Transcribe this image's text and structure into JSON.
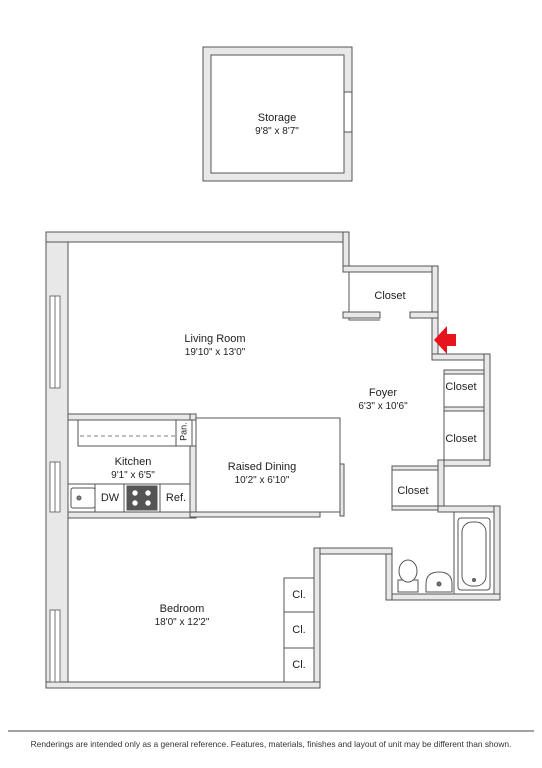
{
  "rooms": {
    "storage": {
      "name": "Storage",
      "dims": "9'8\" x 8'7\""
    },
    "living": {
      "name": "Living Room",
      "dims": "19'10\" x 13'0\""
    },
    "foyer": {
      "name": "Foyer",
      "dims": "6'3\" x 10'6\""
    },
    "kitchen": {
      "name": "Kitchen",
      "dims": "9'1\" x 6'5\""
    },
    "dining": {
      "name": "Raised Dining",
      "dims": "10'2\" x 6'10\""
    },
    "bedroom": {
      "name": "Bedroom",
      "dims": "18'0\" x 12'2\""
    }
  },
  "closets": {
    "top": "Closet",
    "right_upper": "Closet",
    "right_lower": "Closet",
    "bath": "Closet"
  },
  "fixtures": {
    "pantry": "Pan.",
    "dishwasher": "DW",
    "refrigerator": "Ref.",
    "bedroom_closet_1": "Cl.",
    "bedroom_closet_2": "Cl.",
    "bedroom_closet_3": "Cl."
  },
  "colors": {
    "wall_fill": "#e8e8e8",
    "wall_stroke": "#555555",
    "entry_arrow": "#e8141b"
  },
  "disclaimer": "Renderings are intended only as a general reference. Features, materials, finishes and layout of unit may be different than shown."
}
